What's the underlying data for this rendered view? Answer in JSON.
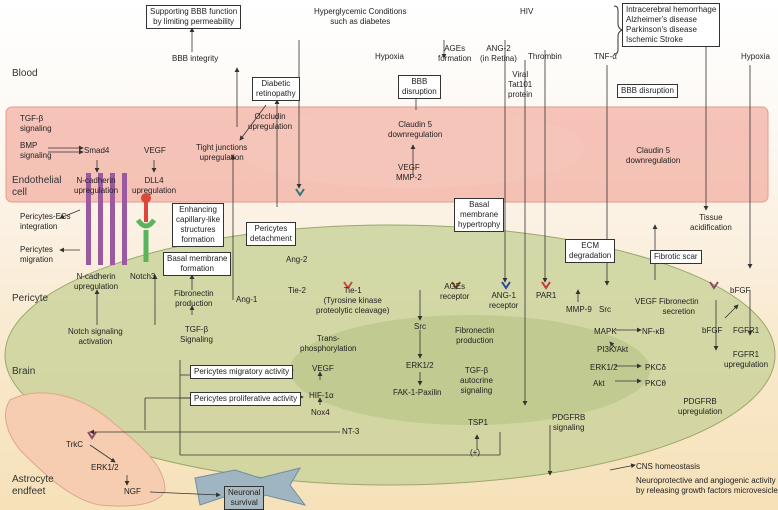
{
  "regions": {
    "blood": "Blood",
    "endothelial": "Endothelial\ncell",
    "pericyte": "Pericyte",
    "brain": "Brain",
    "astrocyte": "Astrocyte\nendfeet"
  },
  "labels": {
    "supporting_bbb": "Supporting BBB function\nby limiting permeability",
    "bbb_integrity": "BBB integrity",
    "hyperglycemic": "Hyperglycemic Conditions\nsuch as diabetes",
    "hiv": "HIV",
    "diseases": "Intracerebral hemorrhage\nAlzheimer's disease\nParkinson's disease\nIschemic Stroke",
    "hypoxia_left": "Hypoxia",
    "ages_formation": "AGEs\nformation",
    "ang2_retina": "ANG-2\n(in Retina)",
    "thrombin": "Thrombin",
    "tnf": "TNF-α",
    "hypoxia_right": "Hypoxia",
    "diabetic_retinopathy": "Diabetic\nretinopathy",
    "viral_tat": "Viral\nTat101\nprotein",
    "bbb_disruption_1": "BBB\ndisruption",
    "bbb_disruption_2": "BBB disruption",
    "occludin": "Occludin\nupregulation",
    "tgfb_signaling": "TGF-β\nsignaling",
    "bmp_signaling": "BMP\nsignaling",
    "smad4": "Smad4",
    "vegf_top": "VEGF",
    "dll4": "DLL4\nupregulation",
    "tight_junctions": "Tight junctions\nupregulation",
    "claudin5_mid": "Claudin 5\ndownregulation",
    "vegf_mmp2": "VEGF\nMMP-2",
    "claudin5_right": "Claudin 5\ndownregulation",
    "ncadherin_top": "N-cadherin\nupregulation",
    "pericytes_ecs": "Pericytes-ECs\nintegration",
    "pericytes_migration": "Pericytes\nmigration",
    "enhancing_capillary": "Enhancing\ncapillary-like\nstructures\nformation",
    "pericytes_detachment": "Pericytes\ndetachment",
    "basal_membrane_hyper": "Basal\nmembrane\nhypertrophy",
    "ecm_degradation": "ECM\ndegradation",
    "fibrotic_scar": "Fibrotic scar",
    "tissue_acid": "Tissue\nacidification",
    "bfgf_top": "bFGF",
    "ang2_mid": "Ang-2",
    "basal_membrane_form": "Basal membrane\nformation",
    "ncadherin_low": "N-cadherin\nupregulation",
    "notch3": "Notch3",
    "fibronectin_prod_left": "Fibronectin\nproduction",
    "ang1": "Ang-1",
    "tie2": "Tie-2",
    "tie1": "Tie-1\n(Tyrosine kinase\nproteolytic cleavage)",
    "ages_receptor": "AGEs\nreceptor",
    "ang1_receptor": "ANG-1\nreceptor",
    "par1": "PAR1",
    "mmp9": "MMP-9",
    "src_right": "Src",
    "vegf_right": "VEGF",
    "fibronectin_secretion": "Fibronectin\nsecretion",
    "bfgf_mid": "bFGF",
    "fgfr1": "FGFR1",
    "fgfr1_up": "FGFR1\nupregulation",
    "mapk": "MAPK",
    "nfkb": "NF-κB",
    "pi3k": "PI3K/Akt",
    "erk12_right": "ERK1/2",
    "pkcd": "PKCδ",
    "akt": "Akt",
    "pkct": "PKCθ",
    "notch_activation": "Notch signaling\nactivation",
    "tgfb_sig_low": "TGF-β\nSignaling",
    "trans_phos": "Trans-\nphosphorylation",
    "src_mid": "Src",
    "erk12_mid": "ERK1/2",
    "fak": "FAK-1-Paxilin",
    "fibronectin_prod_mid": "Fibronectin\nproduction",
    "tgfb_autocrine": "TGF-β\nautocrine\nsignaling",
    "pdgfrb_up": "PDGFRB\nupregulation",
    "migratory": "Pericytes migratory activity",
    "proliferative": "Pericytes proliferative activity",
    "vegf_low": "VEGF",
    "hif": "HIF-1α",
    "nox4": "Nox4",
    "nt3": "NT-3",
    "tsp1": "TSP1",
    "plus": "(+)",
    "pdgfrb_sig": "PDGFRB\nsignaling",
    "trkc": "TrkC",
    "erk12_astro": "ERK1/2",
    "ngf": "NGF",
    "neuronal_survival": "Neuronal\nsurvival",
    "cns_homeostasis": "CNS homeostasis",
    "neuroprotective": "Neuroprotective and angiogenic activity\nby releasing growth factors microvesicles"
  }
}
